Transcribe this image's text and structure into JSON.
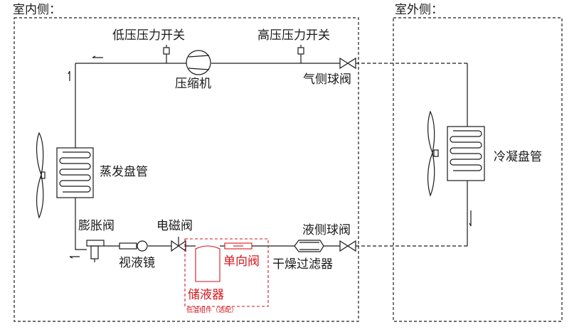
{
  "regions": {
    "indoor": "室内侧：",
    "outdoor": "室外侧："
  },
  "components": {
    "low_pressure_switch": "低压压力开关",
    "high_pressure_switch": "高压压力开关",
    "compressor": "压缩机",
    "gas_ball_valve": "气侧球阀",
    "evaporator_coil": "蒸发盘管",
    "condenser_coil": "冷凝盘管",
    "expansion_valve": "膨胀阀",
    "solenoid_valve": "电磁阀",
    "liquid_ball_valve": "液侧球阀",
    "sight_glass": "视液镜",
    "check_valve": "单向阀",
    "filter_dryer": "干燥过滤器",
    "receiver": "储液器",
    "low_temp_kit": "低温组件（选配）"
  },
  "colors": {
    "line": "#1a1a1a",
    "dashed_box": "#333333",
    "option_red": "#d4161c"
  }
}
